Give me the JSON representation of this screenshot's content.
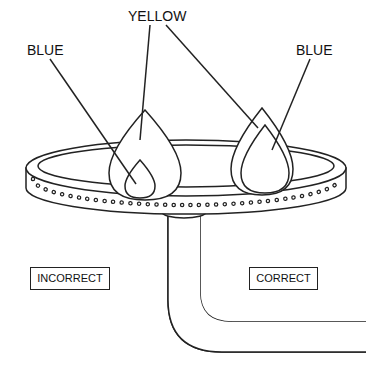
{
  "diagram": {
    "nodes": [
      {
        "text": [
          "INCORRECT"
        ]
      },
      {
        "text": [
          "CORRECT"
        ]
      }
    ],
    "labels": [
      "YELLOW",
      "BLUE",
      "BLUE"
    ]
  }
}
